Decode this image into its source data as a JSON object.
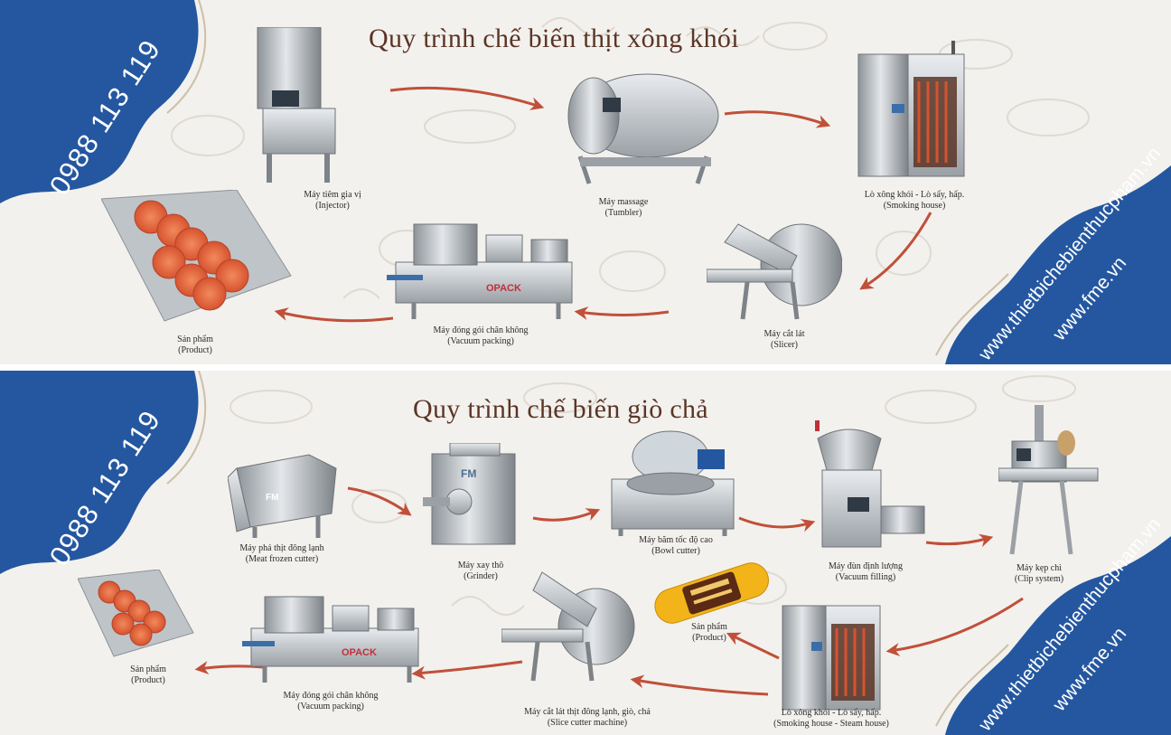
{
  "colors": {
    "brand_blue": "#2457a0",
    "title_brown": "#5a3526",
    "arrow_red": "#c0503a",
    "background": "#f3f1ed"
  },
  "top": {
    "title": "Quy trình chế biến thịt xông khói",
    "phone": "0988 113 119",
    "site_1": "www.thietbichebienthucpham.vn",
    "site_2": "www.fme.vn",
    "steps": {
      "injector": [
        "Máy tiêm gia vị",
        "(Injector)"
      ],
      "tumbler": [
        "Máy massage",
        "(Tumbler)"
      ],
      "smoking": [
        "Lò xông khói - Lò sấy, hấp.",
        "(Smoking house)"
      ],
      "slicer": [
        "Máy cắt lát",
        "(Slicer)"
      ],
      "vacuum": [
        "Máy đóng gói chân không",
        "(Vacuum packing)"
      ],
      "product": [
        "Sản phẩm",
        "(Product)"
      ]
    },
    "opack_logo": "OPACK"
  },
  "bottom": {
    "title": "Quy trình chế biến giò chả",
    "phone": "0988 113 119",
    "site_1": "www.thietbichebienthucpham.vn",
    "site_2": "www.fme.vn",
    "steps": {
      "frozen_cutter": [
        "Máy phá thịt đông lạnh",
        "(Meat frozen cutter)"
      ],
      "grinder": [
        "Máy xay thô",
        "(Grinder)"
      ],
      "bowl_cutter": [
        "Máy băm tốc độ cao",
        "(Bowl cutter)"
      ],
      "vacuum_filling": [
        "Máy đùn định lượng",
        "(Vacuum filling)"
      ],
      "clip": [
        "Máy kẹp chì",
        "(Clip system)"
      ],
      "product_mid": [
        "Sản phẩm",
        "(Product)"
      ],
      "smoking": [
        "Lò xông khói - Lò sấy, hấp.",
        "(Smoking house - Steam house)"
      ],
      "slice_cutter": [
        "Máy cắt lát thịt đông lạnh, giò, chả",
        "(Slice cutter machine)"
      ],
      "vacuum": [
        "Máy đóng gói chân không",
        "(Vacuum packing)"
      ],
      "product_left": [
        "Sản phẩm",
        "(Product)"
      ]
    },
    "opack_logo": "OPACK",
    "fm_logo": "FM"
  }
}
